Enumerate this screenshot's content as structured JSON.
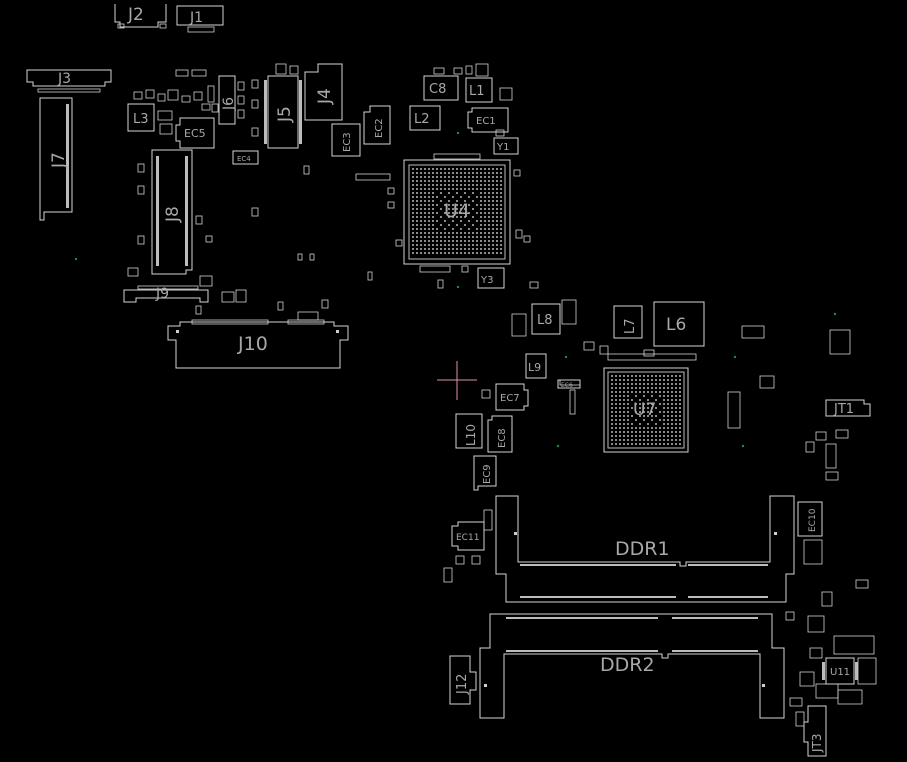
{
  "board": {
    "background": "#000000",
    "outline_color": "#d4d4d4",
    "label_color": "#a8a8a8",
    "cursor_color": "#e08fb0",
    "via_color": "#1a8f3a"
  },
  "labels": {
    "j2": "J2",
    "j1": "J1",
    "j3": "J3",
    "j7": "J7",
    "j6": "J6",
    "j5": "J5",
    "j4": "J4",
    "l3": "L3",
    "ec5": "EC5",
    "ec4": "EC4",
    "j8": "J8",
    "j9": "J9",
    "j10": "J10",
    "ec3": "EC3",
    "ec2": "EC2",
    "c8": "C8",
    "l1": "L1",
    "l2": "L2",
    "ec1": "EC1",
    "y1": "Y1",
    "u4": "U4",
    "y3": "Y3",
    "l8": "L8",
    "l7": "L7",
    "l6": "L6",
    "l9": "L9",
    "ec7": "EC7",
    "ec6": "EC6",
    "u7": "U7",
    "jt1": "JT1",
    "l10": "L10",
    "ec8": "EC8",
    "ec9": "EC9",
    "ec11": "EC11",
    "ec10": "EC10",
    "ddr1": "DDR1",
    "ddr2": "DDR2",
    "j12": "J12",
    "u11": "U11",
    "jt3": "JT3"
  }
}
